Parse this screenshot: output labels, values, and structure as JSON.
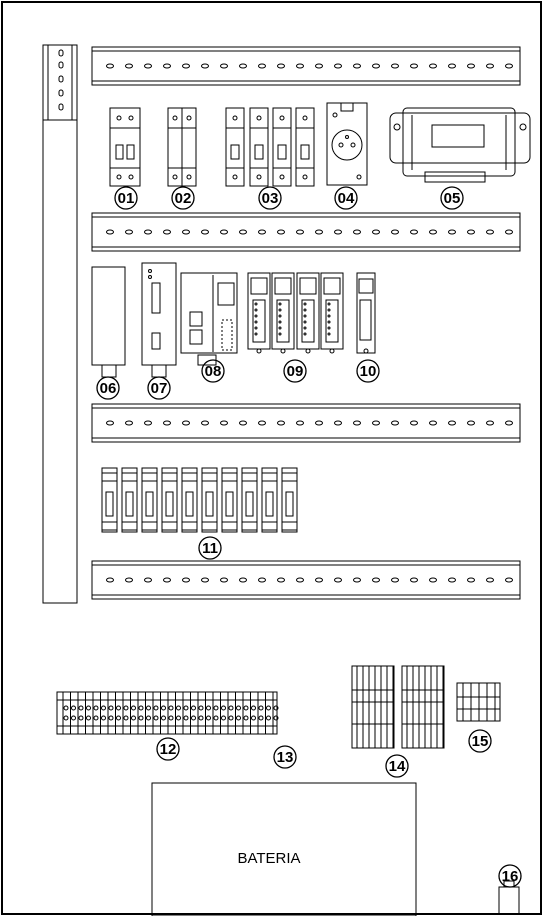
{
  "battery": {
    "label": "BATERIA"
  },
  "markers": [
    "01",
    "02",
    "03",
    "04",
    "05",
    "06",
    "07",
    "08",
    "09",
    "10",
    "11",
    "12",
    "13",
    "14",
    "15",
    "16"
  ],
  "colors": {
    "line": "#000000",
    "background": "#ffffff"
  }
}
